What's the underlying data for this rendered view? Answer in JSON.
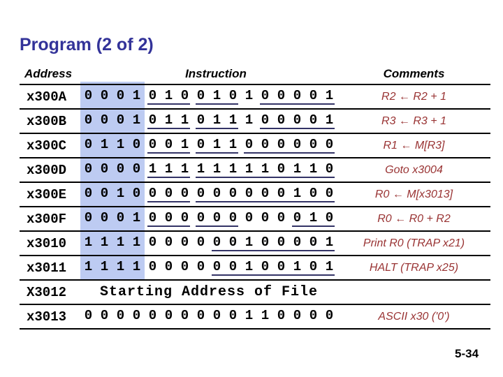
{
  "title": "Program (2 of 2)",
  "page_number": "5-34",
  "colors": {
    "background": "#ffffff",
    "title_navy": "#333399",
    "comment_red": "#993333",
    "underline_navy": "#333366",
    "opcode_highlight": "#bdcbf2",
    "rule_black": "#000000",
    "text_black": "#000000"
  },
  "table": {
    "headers": {
      "address": "Address",
      "instruction": "Instruction",
      "comments": "Comments"
    },
    "highlight_note": "light blue band over the 4 opcode bits of rows x300A through x3011",
    "rows": [
      {
        "address": "x300A",
        "groups": [
          {
            "bits": "0001",
            "underline": false
          },
          {
            "bits": "010",
            "underline": true
          },
          {
            "bits": "010",
            "underline": true
          },
          {
            "bits": "1",
            "underline": false
          },
          {
            "bits": "00001",
            "underline": true
          }
        ],
        "comment": "R2 ← R2 + 1"
      },
      {
        "address": "x300B",
        "groups": [
          {
            "bits": "0001",
            "underline": false
          },
          {
            "bits": "011",
            "underline": true
          },
          {
            "bits": "011",
            "underline": true
          },
          {
            "bits": "1",
            "underline": false
          },
          {
            "bits": "00001",
            "underline": true
          }
        ],
        "comment": "R3 ← R3 + 1"
      },
      {
        "address": "x300C",
        "groups": [
          {
            "bits": "0110",
            "underline": false
          },
          {
            "bits": "001",
            "underline": true
          },
          {
            "bits": "011",
            "underline": true
          },
          {
            "bits": "000000",
            "underline": true
          }
        ],
        "comment": "R1 ← M[R3]"
      },
      {
        "address": "x300D",
        "groups": [
          {
            "bits": "0000",
            "underline": false
          },
          {
            "bits": "111",
            "underline": true
          },
          {
            "bits": "111110110",
            "underline": true
          }
        ],
        "comment": "Goto x3004"
      },
      {
        "address": "x300E",
        "groups": [
          {
            "bits": "0010",
            "underline": false
          },
          {
            "bits": "000",
            "underline": true
          },
          {
            "bits": "000000100",
            "underline": true
          }
        ],
        "comment": "R0 ← M[x3013]"
      },
      {
        "address": "x300F",
        "groups": [
          {
            "bits": "0001",
            "underline": false
          },
          {
            "bits": "000",
            "underline": true
          },
          {
            "bits": "000",
            "underline": true
          },
          {
            "bits": "000",
            "underline": false
          },
          {
            "bits": "010",
            "underline": true
          }
        ],
        "comment": "R0 ← R0 + R2"
      },
      {
        "address": "x3010",
        "groups": [
          {
            "bits": "1111",
            "underline": false
          },
          {
            "bits": "0000",
            "underline": false
          },
          {
            "bits": "00100001",
            "underline": true
          }
        ],
        "comment": "Print R0 (TRAP x21)"
      },
      {
        "address": "x3011",
        "groups": [
          {
            "bits": "1111",
            "underline": false
          },
          {
            "bits": "0000",
            "underline": false
          },
          {
            "bits": "00100101",
            "underline": true
          }
        ],
        "comment": "HALT (TRAP x25)"
      },
      {
        "address": "X3012",
        "text": "Starting Address of File",
        "comment": ""
      },
      {
        "address": "x3013",
        "groups": [
          {
            "bits": "0000000000110000",
            "underline": false
          }
        ],
        "comment": "ASCII x30 ('0')"
      }
    ]
  }
}
